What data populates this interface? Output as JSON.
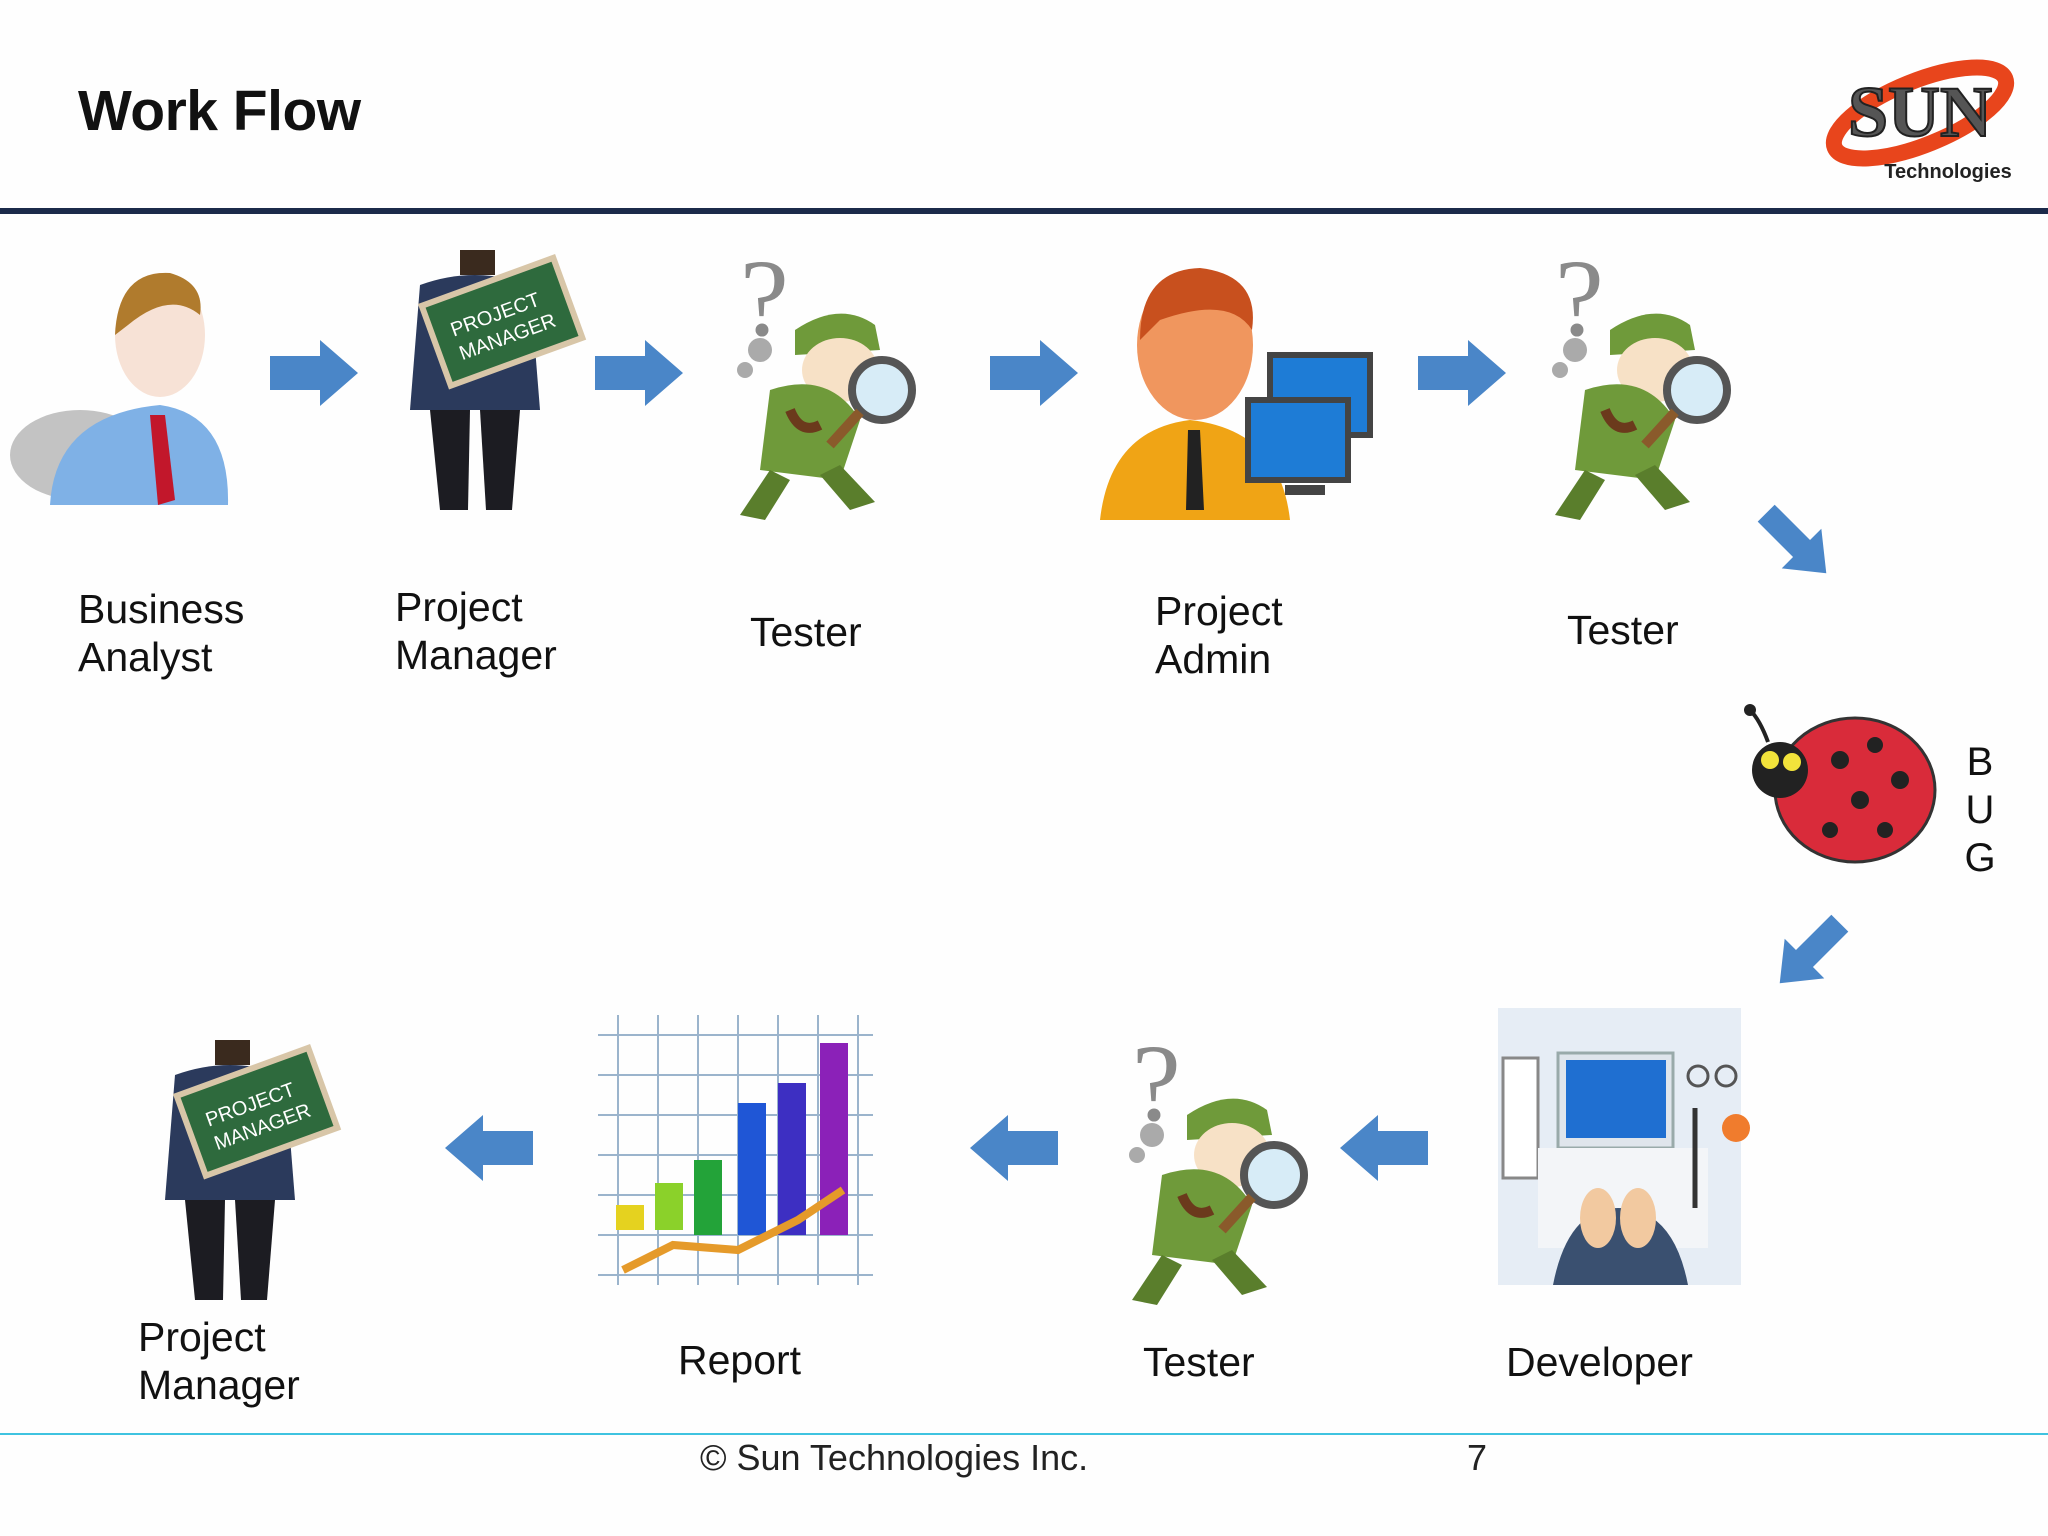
{
  "slide": {
    "title": "Work Flow",
    "logo": {
      "main_text": "SUN",
      "sub_text": "Technologies",
      "ring_color": "#e8451c"
    }
  },
  "workflow": {
    "top_row": [
      {
        "label": "Business\nAnalyst",
        "icon": "business-analyst-icon"
      },
      {
        "label": "Project\nManager",
        "icon": "project-manager-icon"
      },
      {
        "label": "Tester",
        "icon": "detective-tester-icon"
      },
      {
        "label": "Project\nAdmin",
        "icon": "project-admin-icon"
      },
      {
        "label": "Tester",
        "icon": "detective-tester-icon"
      }
    ],
    "bug": {
      "letters": [
        "B",
        "U",
        "G"
      ],
      "icon": "ladybug-icon"
    },
    "bottom_row": [
      {
        "label": "Project\nManager",
        "icon": "project-manager-icon"
      },
      {
        "label": "Report",
        "icon": "bar-chart-icon"
      },
      {
        "label": "Tester",
        "icon": "detective-tester-icon"
      },
      {
        "label": "Developer",
        "icon": "developer-laptop-icon"
      }
    ],
    "arrow_color": "#4a86c8"
  },
  "footer": {
    "copyright": "© Sun Technologies Inc.",
    "page_number": "7"
  }
}
